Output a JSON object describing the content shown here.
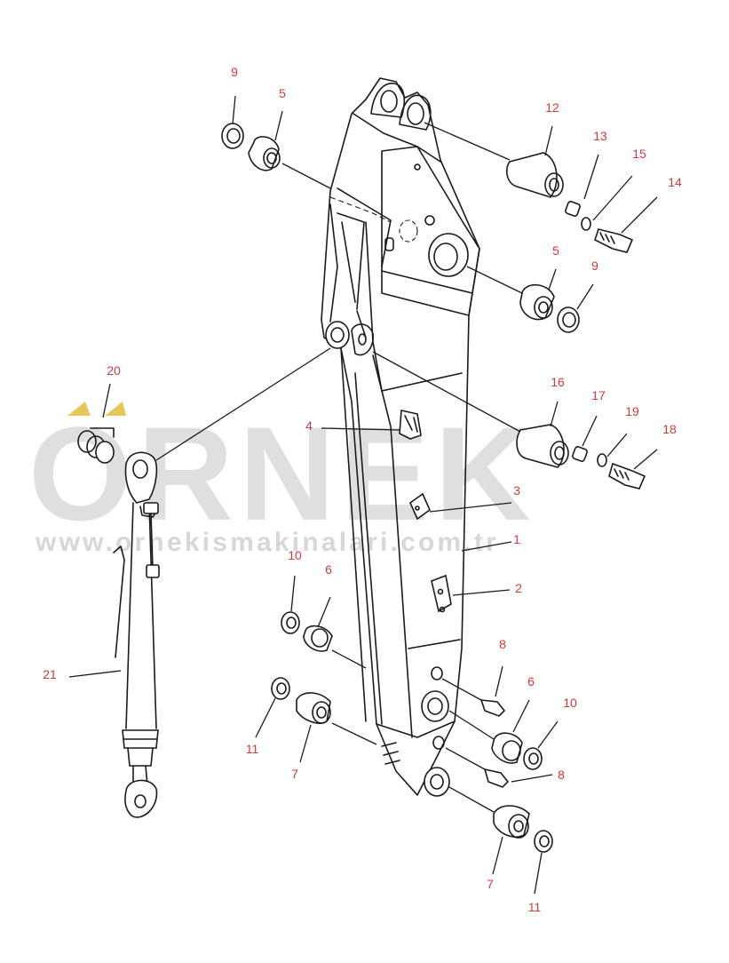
{
  "watermark": {
    "brand": "ORNEK",
    "url": "www.ornekismakinalari.com.tr",
    "color": "#c9c9c9",
    "accent": "#e8c75a"
  },
  "callouts": {
    "c1": "1",
    "c2": "2",
    "c3": "3",
    "c4": "4",
    "c5a": "5",
    "c5b": "5",
    "c6a": "6",
    "c6b": "6",
    "c7a": "7",
    "c7b": "7",
    "c8a": "8",
    "c8b": "8",
    "c9a": "9",
    "c9b": "9",
    "c10a": "10",
    "c10b": "10",
    "c11a": "11",
    "c11b": "11",
    "c12": "12",
    "c13": "13",
    "c14": "14",
    "c15": "15",
    "c16": "16",
    "c17": "17",
    "c18": "18",
    "c19": "19",
    "c20": "20",
    "c21": "21"
  },
  "colors": {
    "callout": "#d23a3a",
    "ink": "#1a1a1a"
  }
}
